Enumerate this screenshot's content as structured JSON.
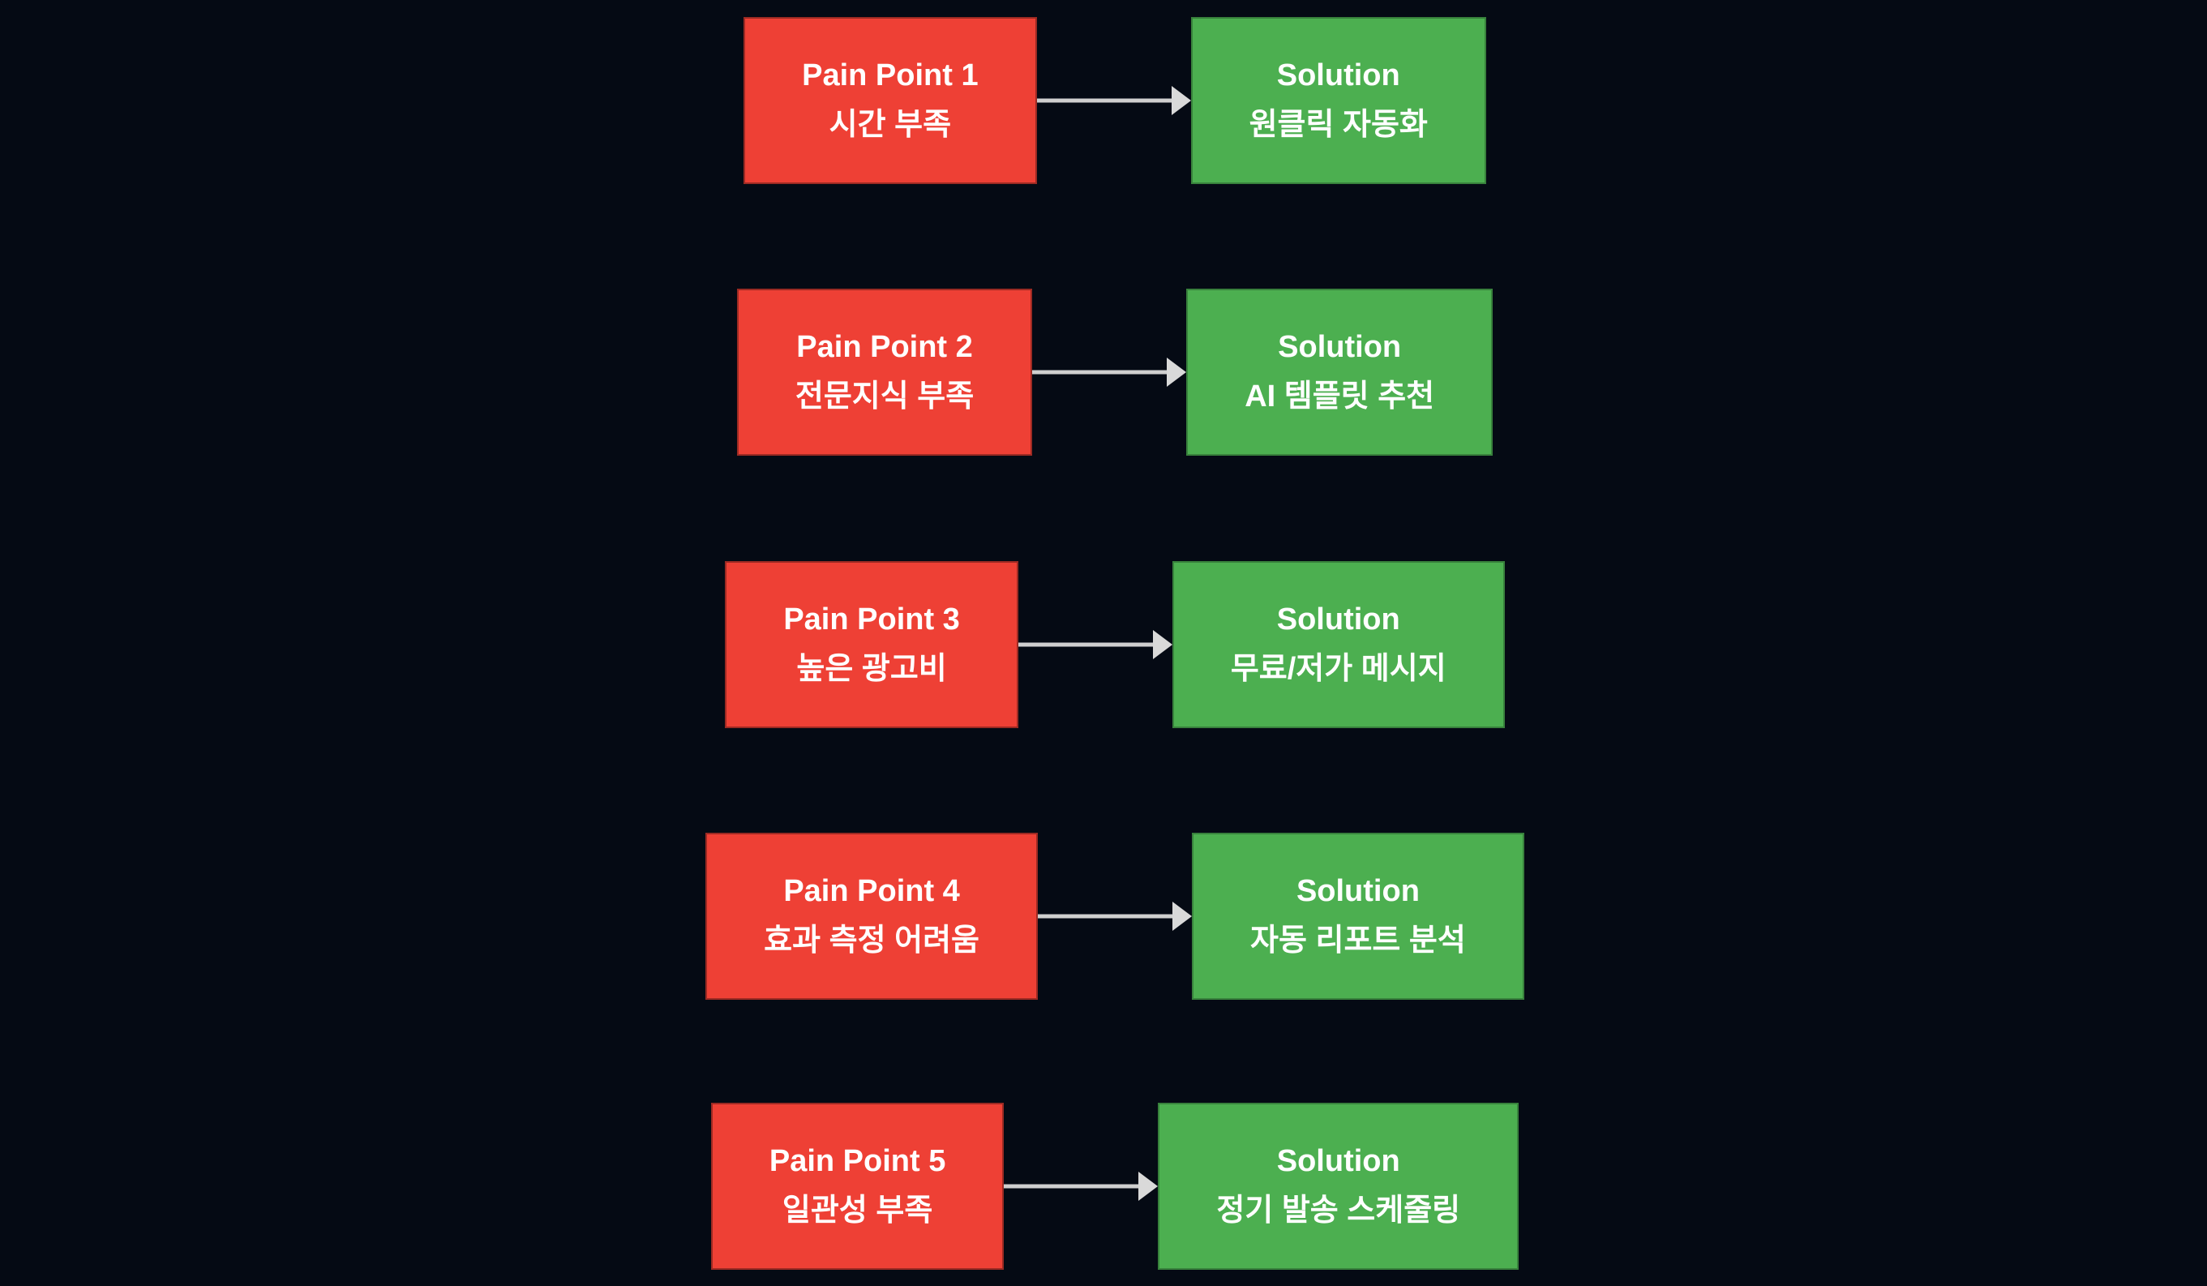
{
  "diagram": {
    "title": "Pain Point to Solution mapping",
    "background": "#050a14"
  },
  "colors": {
    "pain_fill": "#ee4035",
    "pain_border": "#9c2a23",
    "solution_fill": "#4caf50",
    "solution_border": "#38813c",
    "arrow": "#cfcfcf",
    "arrow_head": "#d9d9d9",
    "text": "#ffffff"
  },
  "rows": [
    {
      "pain": {
        "title": "Pain Point 1",
        "subtitle": "시간 부족"
      },
      "solution": {
        "title": "Solution",
        "subtitle": "원클릭 자동화"
      }
    },
    {
      "pain": {
        "title": "Pain Point 2",
        "subtitle": "전문지식 부족"
      },
      "solution": {
        "title": "Solution",
        "subtitle": "AI 템플릿 추천"
      }
    },
    {
      "pain": {
        "title": "Pain Point 3",
        "subtitle": "높은 광고비"
      },
      "solution": {
        "title": "Solution",
        "subtitle": "무료/저가 메시지"
      }
    },
    {
      "pain": {
        "title": "Pain Point 4",
        "subtitle": "효과 측정 어려움"
      },
      "solution": {
        "title": "Solution",
        "subtitle": "자동 리포트 분석"
      }
    },
    {
      "pain": {
        "title": "Pain Point 5",
        "subtitle": "일관성 부족"
      },
      "solution": {
        "title": "Solution",
        "subtitle": "정기 발송 스케줄링"
      }
    }
  ]
}
